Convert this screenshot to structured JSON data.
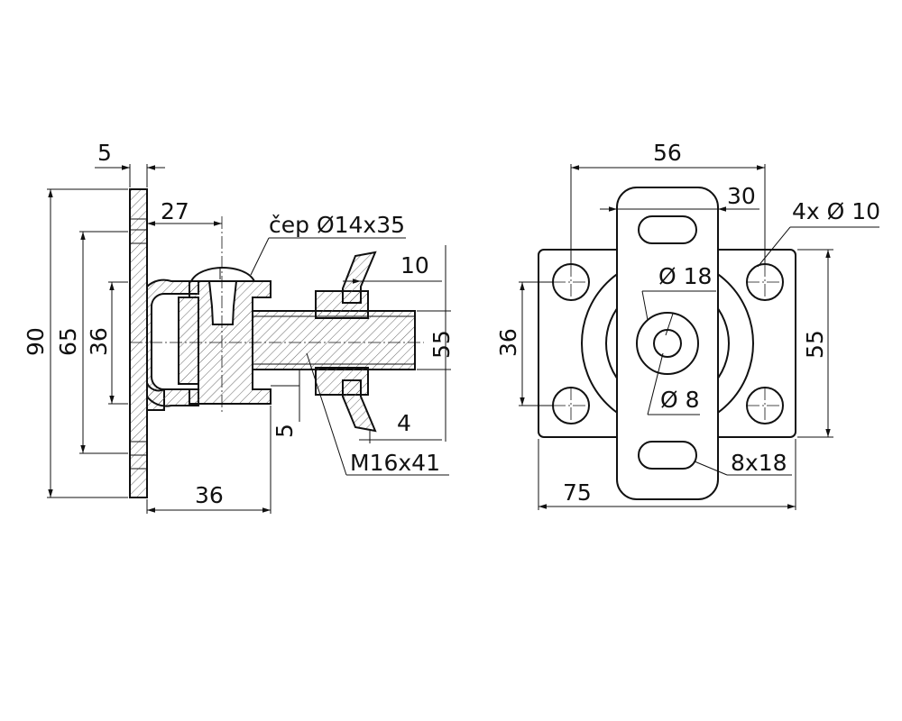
{
  "left_view": {
    "dims": {
      "plate_thickness": "5",
      "pin_offset": "27",
      "pin_spec": "čep Ø14x35",
      "nut_width": "10",
      "height_total": "90",
      "height_holes": "65",
      "height_inner": "36",
      "shaft_height": "55",
      "gap_5": "5",
      "flange_4": "4",
      "thread_spec": "M16x41",
      "depth_36": "36"
    }
  },
  "right_view": {
    "dims": {
      "hole_spacing_h": "56",
      "strip_width": "30",
      "holes": "4x Ø 10",
      "boss_dia": "Ø 18",
      "hole_dia": "Ø 8",
      "hole_spacing_v": "36",
      "plate_height": "55",
      "plate_width": "75",
      "slot": "8x18"
    }
  }
}
